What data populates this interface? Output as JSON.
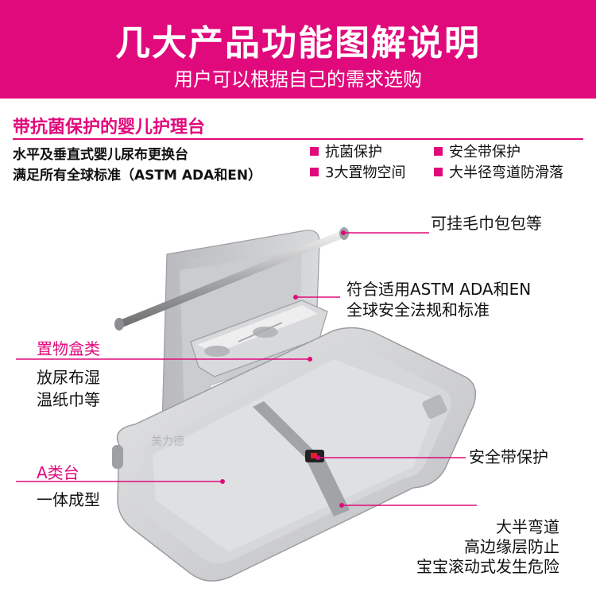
{
  "header": {
    "title": "几大产品功能图解说明",
    "subtitle": "用户可以根据自己的需求选购"
  },
  "section": {
    "title": "带抗菌保护的婴儿护理台"
  },
  "specs": [
    "水平及垂直式婴儿尿布更换台",
    "满足所有全球标准（ASTM ADA和EN）"
  ],
  "features": [
    "抗菌保护",
    "安全带保护",
    "3大置物空间",
    "大半径弯道防滑落"
  ],
  "callouts": {
    "towel": "可挂毛巾包包等",
    "standard_line1": "符合适用ASTM ADA和EN",
    "standard_line2": "全球安全法规和标准",
    "storage_title": "置物盒类",
    "storage_line1": "放尿布湿",
    "storage_line2": "温纸巾等",
    "platform_title": "A类台",
    "platform_line1": "一体成型",
    "belt": "安全带保护",
    "edge_line1": "大半弯道",
    "edge_line2": "高边缘层防止",
    "edge_line3": "宝宝滚动式发生危险"
  },
  "watermark": "美力德",
  "colors": {
    "brand_pink": "#e00a7c",
    "product_gray": "#cfd0d2"
  }
}
